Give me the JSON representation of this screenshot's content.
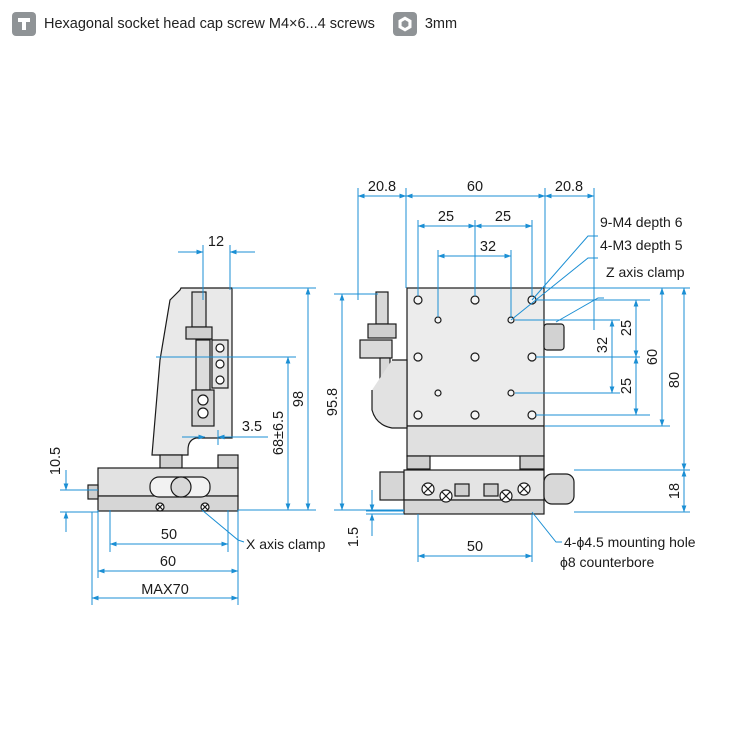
{
  "legend": {
    "screw_text": "Hexagonal socket head cap screw M4×6...4 screws",
    "screw_icon": "cap-screw-icon",
    "wrench_text": "3mm",
    "wrench_icon": "hex-key-icon",
    "icon_color": "#8f9396"
  },
  "dimension_color": "#1b8fd4",
  "left_view": {
    "d12": "12",
    "d98": "98",
    "d68": "68±6.5",
    "d3_5": "3.5",
    "d10_5": "10.5",
    "d50": "50",
    "d60": "60",
    "dmax": "MAX70",
    "x_clamp": "X axis clamp"
  },
  "right_view": {
    "d20_8_left": "20.8",
    "d60_top": "60",
    "d20_8_right": "20.8",
    "d25_a": "25",
    "d25_b": "25",
    "d32_h": "32",
    "d95_8": "95.8",
    "d25_v1": "25",
    "d32_v": "32",
    "d25_v2": "25",
    "d60_v": "60",
    "d80": "80",
    "d18": "18",
    "d1_5": "1.5",
    "d50_bottom": "50",
    "m4": "9-M4 depth 6",
    "m3": "4-M3 depth 5",
    "z_clamp": "Z axis clamp",
    "mount1": "4-ϕ4.5 mounting hole",
    "mount2": "ϕ8 counterbore"
  }
}
